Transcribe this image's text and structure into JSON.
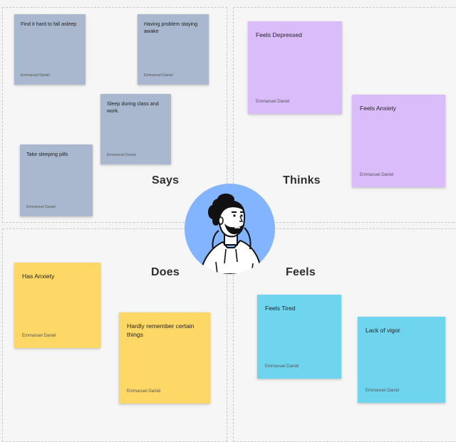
{
  "quadrants": {
    "says": "Says",
    "thinks": "Thinks",
    "does": "Does",
    "feels": "Feels"
  },
  "notes": [
    {
      "quadrant": "says",
      "text": "Find it hard to fall asleep",
      "author": "Emmanuel Daniel",
      "color": "#a9b8ce"
    },
    {
      "quadrant": "says",
      "text": "Having problem staying awake",
      "author": "Emmanuel Daniel",
      "color": "#a9b8ce"
    },
    {
      "quadrant": "says",
      "text": "Sleep during class and work.",
      "author": "Emmanuel Daniel",
      "color": "#a9b8ce"
    },
    {
      "quadrant": "says",
      "text": "Take sleeping pills",
      "author": "Emmanuel Daniel",
      "color": "#a9b8ce"
    },
    {
      "quadrant": "thinks",
      "text": "Feels Depressed",
      "author": "Emmanuel Daniel",
      "color": "#dabcfb"
    },
    {
      "quadrant": "thinks",
      "text": "Feels Anxiety",
      "author": "Emmanuel Daniel",
      "color": "#dabcfb"
    },
    {
      "quadrant": "does",
      "text": "Has Anxiety",
      "author": "Emmanuel Daniel",
      "color": "#fdd866"
    },
    {
      "quadrant": "does",
      "text": "Hardly remember certain things",
      "author": "Emmanuel Daniel",
      "color": "#fdd866"
    },
    {
      "quadrant": "feels",
      "text": "Feels Tired",
      "author": "Emmanuel Daniel",
      "color": "#6fd5ee"
    },
    {
      "quadrant": "feels",
      "text": "Lack of vigor",
      "author": "Emmanuel Daniel",
      "color": "#6fd5ee"
    }
  ],
  "avatar": {
    "icon": "user-avatar-illustration",
    "background": "#82b4ff"
  }
}
